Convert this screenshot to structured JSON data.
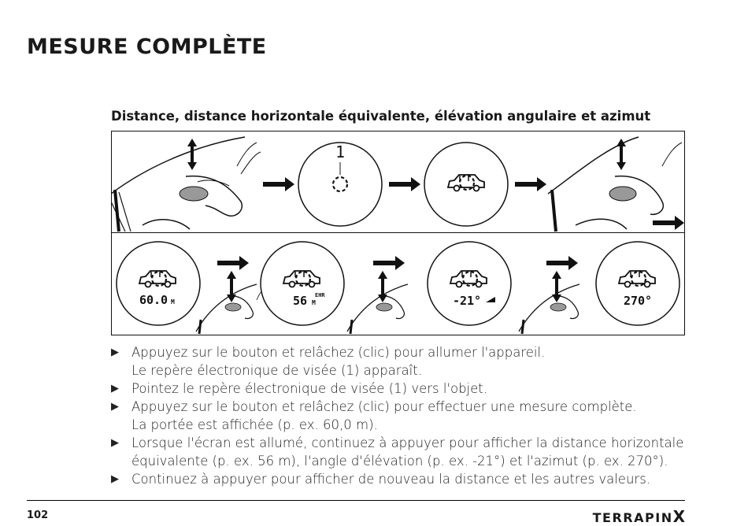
{
  "page": {
    "title": "MESURE COMPLÈTE",
    "subtitle": "Distance, distance horizontale équivalente, élévation angulaire et azimut"
  },
  "figure": {
    "reticle_label": "1",
    "readouts": [
      {
        "value": "60.0",
        "unit": "M",
        "badge": ""
      },
      {
        "value": "56",
        "unit": "M",
        "badge": "EHR"
      },
      {
        "value": "-21°",
        "unit": "",
        "badge": ""
      },
      {
        "value": "270°",
        "unit": "",
        "badge": ""
      }
    ]
  },
  "instructions": [
    {
      "lines": [
        "Appuyez sur le bouton et relâchez (clic) pour allumer l'appareil.",
        "Le repère électronique de visée (1) apparaît."
      ]
    },
    {
      "lines": [
        "Pointez le repère électronique de visée (1) vers l'objet."
      ]
    },
    {
      "lines": [
        "Appuyez sur le bouton et relâchez (clic) pour effectuer une mesure complète.",
        "La portée est affichée (p. ex. 60,0 m)."
      ]
    },
    {
      "lines": [
        "Lorsque l'écran est allumé, continuez à appuyer pour afficher la distance horizontale",
        "équivalente (p. ex. 56 m), l'angle d'élévation (p. ex. -21°) et l'azimut (p. ex. 270°)."
      ]
    },
    {
      "lines": [
        "Continuez à appuyer pour afficher de nouveau la distance et les autres valeurs."
      ]
    }
  ],
  "footer": {
    "page_number": "102",
    "brand": "TERRAPIN",
    "brand_x": "X"
  }
}
